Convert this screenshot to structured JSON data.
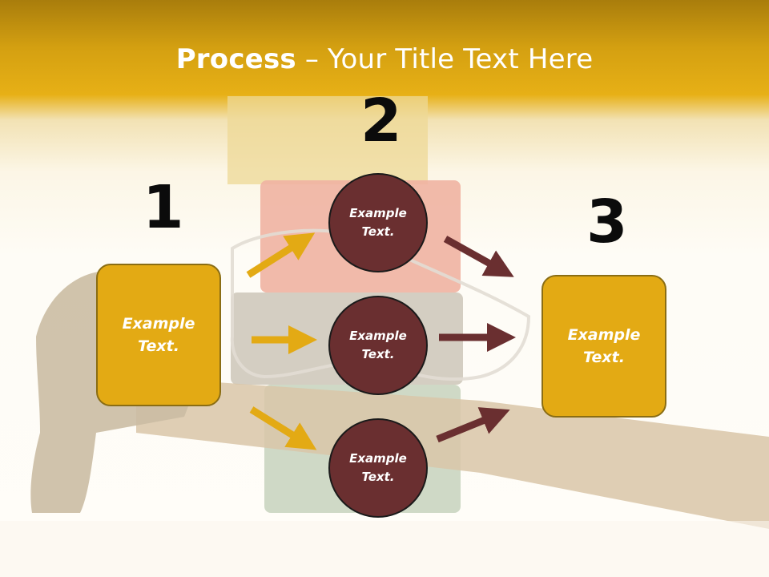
{
  "title": {
    "bold": "Process",
    "rest": " – Your Title Text Here"
  },
  "steps": {
    "one": {
      "number": "1",
      "label": "Example\nText."
    },
    "two": {
      "number": "2",
      "items": [
        {
          "label": "Example\nText."
        },
        {
          "label": "Example\nText."
        },
        {
          "label": "Example\nText."
        }
      ]
    },
    "three": {
      "number": "3",
      "label": "Example\nText."
    }
  },
  "colors": {
    "header": "#e7b016",
    "box": "#e3aa14",
    "circle": "#6a2f30",
    "arrow_in": "#e3aa14",
    "arrow_out": "#6a2f30"
  }
}
